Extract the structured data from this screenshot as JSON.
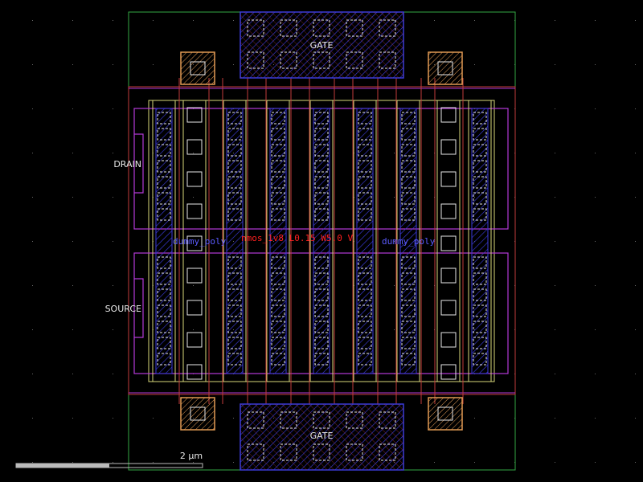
{
  "labels": {
    "gate_top": "GATE",
    "gate_bottom": "GATE",
    "drain": "DRAIN",
    "source": "SOURCE"
  },
  "annotations": {
    "center_overlap_left": "dummy_poly",
    "center_overlap_middle": "nmos_1v8 L0.15 W5.0 V",
    "center_overlap_right": "dummy_poly"
  },
  "scale_bar": {
    "label": "2 µm"
  },
  "colors": {
    "background": "#000000",
    "boundary": "#35a844",
    "poly": "#c23b3b",
    "met1_hatch": "#3a3ad8",
    "diff": "#d8d87a",
    "nwell": "#b43ad8",
    "contact": "#ffffff",
    "text_red": "#ff2020",
    "text_blue": "#5b5bff",
    "guard": "#e29b54"
  }
}
